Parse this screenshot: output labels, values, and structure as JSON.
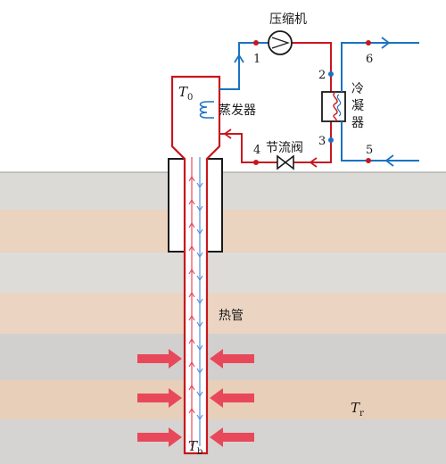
{
  "labels": {
    "compressor": "压缩机",
    "evaporator": "蒸发器",
    "throttle_valve": "节流阀",
    "condenser_1": "冷",
    "condenser_2": "凝",
    "condenser_3": "器",
    "heat_pipe": "热管",
    "t0_main": "T",
    "t0_sub": "0",
    "tr_main": "T",
    "tr_sub": "r",
    "tb_main": "T",
    "tb_sub": "b"
  },
  "nodes": {
    "n1": "1",
    "n2": "2",
    "n3": "3",
    "n4": "4",
    "n5": "5",
    "n6": "6"
  },
  "colors": {
    "pipe_red": "#c8171e",
    "pipe_blue": "#1a73c2",
    "heat_arrow": "#e8495a",
    "soil_gray": "#d9d6d2",
    "soil_tan": "#e8cfb8",
    "soil_dark": "#cfcdcb"
  }
}
